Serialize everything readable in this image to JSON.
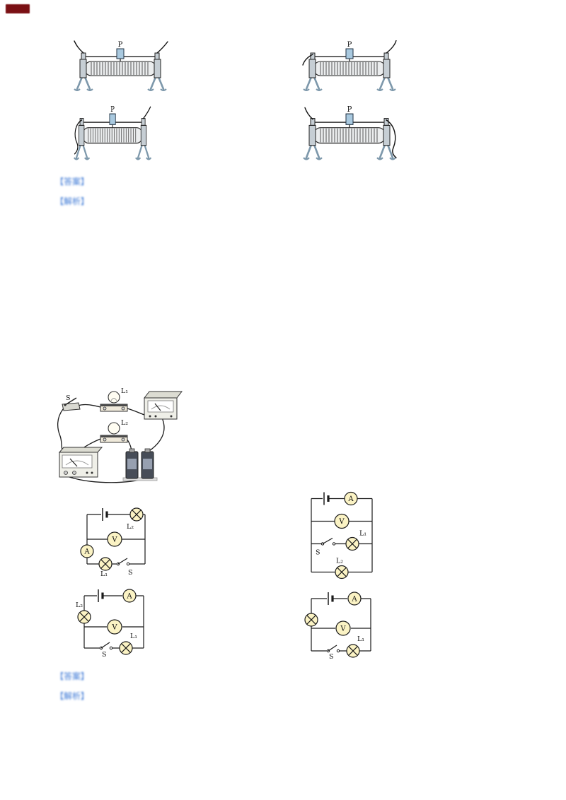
{
  "colors": {
    "page_bg": "#ffffff",
    "tag_red": "#7a1014",
    "tag_blue": "#3f7ad6",
    "lamp_fill": "#fbf3c4"
  },
  "tags": {
    "answer": "【答案】",
    "analysis": "【解析】"
  },
  "rheostats": [
    {
      "label": "P"
    },
    {
      "label": "P"
    },
    {
      "label": "P"
    },
    {
      "label": "P"
    }
  ],
  "experiment": {
    "switch": "S",
    "lamp1": "L₁",
    "lamp2": "L₂"
  },
  "circuits": [
    {
      "ammeter": "A",
      "voltmeter": "V",
      "lamp_top": "L₂",
      "lamp_bottom": "L₁",
      "switch": "S"
    },
    {
      "ammeter": "A",
      "voltmeter": "V",
      "lamp_mid": "L₁",
      "lamp_bottom": "L₂",
      "switch": "S"
    },
    {
      "ammeter": "A",
      "voltmeter": "V",
      "lamp_left": "L₂",
      "lamp_bottom": "L₁",
      "switch": "S"
    },
    {
      "ammeter": "A",
      "voltmeter": "V",
      "lamp_bottom": "L₁",
      "switch": "S"
    }
  ]
}
